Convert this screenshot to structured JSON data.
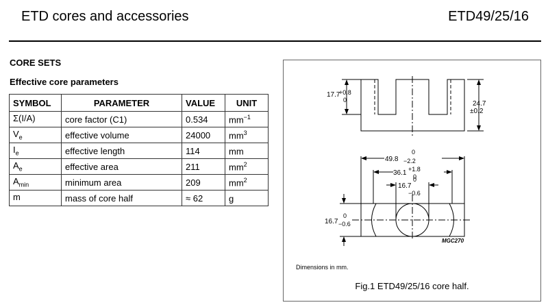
{
  "header": {
    "title": "ETD cores and accessories",
    "part_number": "ETD49/25/16"
  },
  "section": {
    "heading": "CORE SETS",
    "subheading": "Effective core parameters"
  },
  "table": {
    "columns": [
      "SYMBOL",
      "PARAMETER",
      "VALUE",
      "UNIT"
    ],
    "rows": [
      {
        "symbol": "Σ(I/A)",
        "symbol_sub": "",
        "parameter": "core factor (C1)",
        "value": "0.534",
        "unit": "mm",
        "unit_sup": "−1"
      },
      {
        "symbol": "V",
        "symbol_sub": "e",
        "parameter": "effective volume",
        "value": "24000",
        "unit": "mm",
        "unit_sup": "3"
      },
      {
        "symbol": "I",
        "symbol_sub": "e",
        "parameter": "effective length",
        "value": "114",
        "unit": "mm",
        "unit_sup": ""
      },
      {
        "symbol": "A",
        "symbol_sub": "e",
        "parameter": "effective area",
        "value": "211",
        "unit": "mm",
        "unit_sup": "2"
      },
      {
        "symbol": "A",
        "symbol_sub": "min",
        "parameter": "minimum area",
        "value": "209",
        "unit": "mm",
        "unit_sup": "2"
      },
      {
        "symbol": "m",
        "symbol_sub": "",
        "parameter": "mass of core half",
        "value": "≈ 62",
        "unit": "g",
        "unit_sup": ""
      }
    ]
  },
  "figure": {
    "dims": {
      "leg_height": {
        "nominal": "17.7",
        "upper": "+0.8",
        "lower": "0"
      },
      "total_height": {
        "nominal": "24.7",
        "tol": "±0.2"
      },
      "overall_width": {
        "nominal": "49.8",
        "upper": "0",
        "lower": "−2.2"
      },
      "inner_width": {
        "nominal": "36.1",
        "upper": "+1.8",
        "lower": "0"
      },
      "center_leg": {
        "nominal": "16.7",
        "upper": "0",
        "lower": "−0.6"
      },
      "depth": {
        "nominal": "16.7",
        "upper": "0",
        "lower": "−0.6"
      }
    },
    "drawing_code": "MGC270",
    "note": "Dimensions in mm.",
    "caption": "Fig.1  ETD49/25/16 core half."
  }
}
